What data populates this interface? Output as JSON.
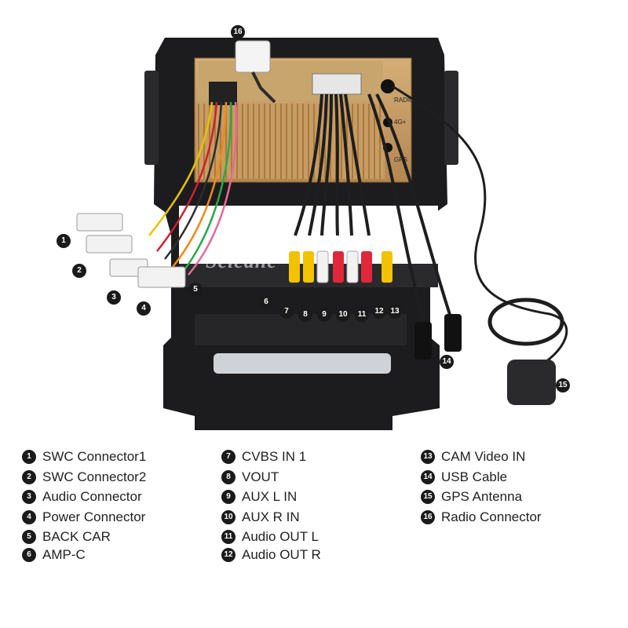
{
  "brand_watermark": "Seicane",
  "port_labels": {
    "radio": "RADIO",
    "fourg": "4G+",
    "gps": "GPS"
  },
  "callouts": [
    {
      "num": "1"
    },
    {
      "num": "2"
    },
    {
      "num": "3"
    },
    {
      "num": "4"
    },
    {
      "num": "5"
    },
    {
      "num": "6"
    },
    {
      "num": "7"
    },
    {
      "num": "8"
    },
    {
      "num": "9"
    },
    {
      "num": "10"
    },
    {
      "num": "11"
    },
    {
      "num": "12"
    },
    {
      "num": "13"
    },
    {
      "num": "14"
    },
    {
      "num": "15"
    },
    {
      "num": "16"
    }
  ],
  "legend": [
    {
      "num": "1",
      "label": "SWC Connector1"
    },
    {
      "num": "2",
      "label": "SWC Connector2"
    },
    {
      "num": "3",
      "label": "Audio Connector"
    },
    {
      "num": "4",
      "label": "Power Connector"
    },
    {
      "num": "5",
      "label": "BACK CAR"
    },
    {
      "num": "6",
      "label": "AMP-C"
    },
    {
      "num": "7",
      "label": "CVBS IN 1"
    },
    {
      "num": "8",
      "label": "VOUT"
    },
    {
      "num": "9",
      "label": "AUX L IN"
    },
    {
      "num": "10",
      "label": "AUX R IN"
    },
    {
      "num": "11",
      "label": "Audio OUT L"
    },
    {
      "num": "12",
      "label": "Audio OUT R"
    },
    {
      "num": "13",
      "label": "CAM Video IN"
    },
    {
      "num": "14",
      "label": "USB Cable"
    },
    {
      "num": "15",
      "label": "GPS Antenna"
    },
    {
      "num": "16",
      "label": "Radio Connector"
    }
  ],
  "colors": {
    "frame": "#1c1c1e",
    "backplate": "#c8a06a",
    "rca_yellow": "#f2c200",
    "rca_white": "#f2f2f2",
    "rca_red": "#e0283a"
  }
}
